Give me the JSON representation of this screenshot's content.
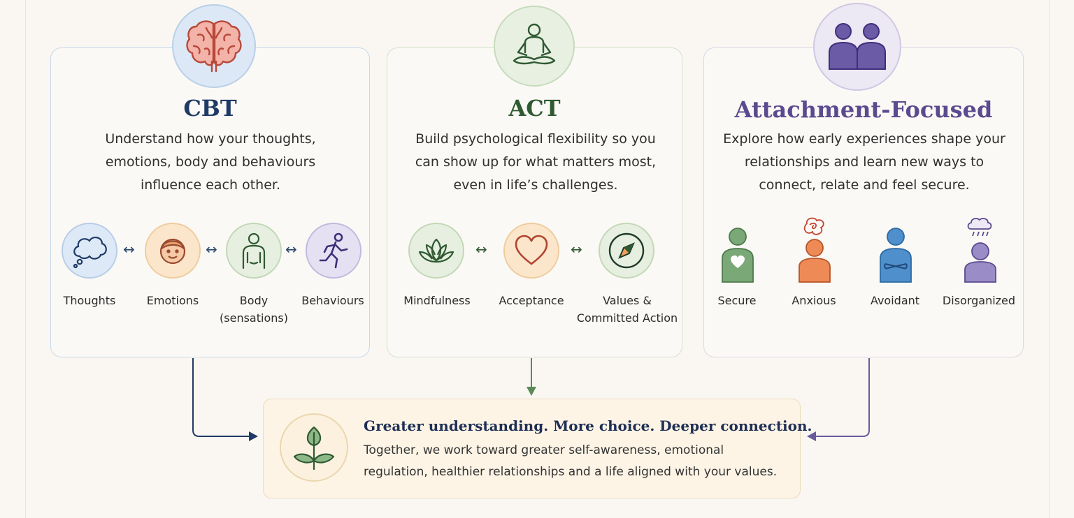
{
  "cards": {
    "cbt": {
      "title": "CBT",
      "description": "Understand how your thoughts, emotions, body and behaviours influence each other.",
      "accent": "#1f3a66",
      "items": [
        {
          "label": "Thoughts",
          "icon": "thought-bubble-icon"
        },
        {
          "label": "Emotions",
          "icon": "face-icon"
        },
        {
          "label": "Body (sensations)",
          "icon": "body-icon"
        },
        {
          "label": "Behaviours",
          "icon": "running-person-icon"
        }
      ]
    },
    "act": {
      "title": "ACT",
      "description": "Build psychological flexibility so you can show up for what matters most, even in life’s challenges.",
      "accent": "#2f5a32",
      "items": [
        {
          "label": "Mindfulness",
          "icon": "lotus-icon"
        },
        {
          "label": "Acceptance",
          "icon": "heart-icon"
        },
        {
          "label": "Values & Committed Action",
          "icon": "compass-icon"
        }
      ]
    },
    "attachment": {
      "title": "Attachment-Focused",
      "description": "Explore how early experiences shape your relationships and learn new ways to connect, relate and feel secure.",
      "accent": "#5b4a8f",
      "items": [
        {
          "label": "Secure",
          "icon": "person-heart-icon",
          "color": "#7aa876"
        },
        {
          "label": "Anxious",
          "icon": "person-scribble-icon",
          "color": "#e98a55"
        },
        {
          "label": "Avoidant",
          "icon": "person-arms-crossed-icon",
          "color": "#4f8fcb"
        },
        {
          "label": "Disorganized",
          "icon": "person-raincloud-icon",
          "color": "#9486c1"
        }
      ]
    }
  },
  "summary": {
    "title": "Greater understanding. More choice. Deeper connection.",
    "text": "Together, we work toward greater self-awareness, emotional regulation, healthier relationships and a life aligned with your values.",
    "icon": "plant-sprout-icon"
  },
  "connector_symbol": "↔"
}
